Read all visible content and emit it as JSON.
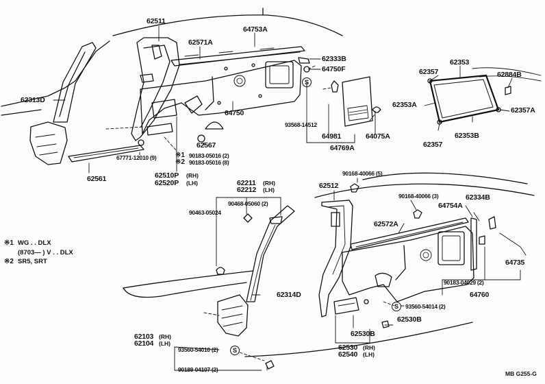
{
  "labels": {
    "p62511": "62511",
    "p64753A": "64753A",
    "p62571A": "62571A",
    "p62333B": "62333B",
    "p64750F": "64750F",
    "p62313D": "62313D",
    "p64750": "64750",
    "p93568": "93568-14512",
    "p64981": "64981",
    "p64769A": "64769A",
    "p64075A": "64075A",
    "p62567": "62567",
    "p67771": "67771-12010 (9)",
    "p90183a": "90183-05016 (2)",
    "p90183b": "90183-05016 (8)",
    "p62510P": "62510P",
    "p62520P": "62520P",
    "rh": "(RH)",
    "lh": "(LH)",
    "p62561": "62561",
    "p62357a": "62357",
    "p62353": "62353",
    "p62884B": "62884B",
    "p62353A": "62353A",
    "p62357A": "62357A",
    "p62357b": "62357",
    "p62353B": "62353B",
    "p90168a": "90168-40066 (5)",
    "p62211": "62211",
    "p62212": "62212",
    "p62512": "62512",
    "p90168b": "90168-40066 (3)",
    "p62334B": "62334B",
    "p90468": "90468-05060 (2)",
    "p64754A": "64754A",
    "p90463": "90463-05024",
    "p62572A": "62572A",
    "p64735": "64735",
    "p90183c": "90183-04029 (2)",
    "p64760": "64760",
    "p62314D": "62314D",
    "p93560a": "93560-54014 (2)",
    "p62530B_1": "62530B",
    "p62103": "62103",
    "p62104": "62104",
    "p62530B_2": "62530B",
    "p62530": "62530",
    "p62540": "62540",
    "p93560b": "93560-54010 (2)",
    "p90189": "90189-04107 (2)",
    "mark1": "※1",
    "mark2": "※2",
    "s_symbol": "S"
  },
  "legend": {
    "line1_mark": "※1",
    "line1_text": "WG . . DLX",
    "line2_text": "(8703—          ) V . . DLX",
    "line3_mark": "※2",
    "line3_text": "SR5, SRT"
  },
  "footer_ref": "MB  G255-G",
  "colors": {
    "ink": "#111111",
    "paper": "#fdfdfb"
  }
}
